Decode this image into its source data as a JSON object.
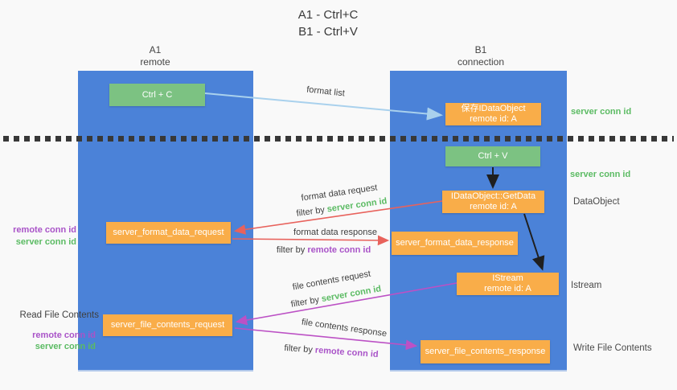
{
  "title": {
    "line1": "A1 - Ctrl+C",
    "line2": "B1 - Ctrl+V"
  },
  "columns": {
    "left": {
      "name": "A1",
      "subtitle": "remote"
    },
    "right": {
      "name": "B1",
      "subtitle": "connection"
    }
  },
  "nodes": {
    "ctrl_c": "Ctrl + C",
    "ctrl_v": "Ctrl + V",
    "save_dataobject": {
      "line1": "保存IDataObject",
      "line2": "remote id: A"
    },
    "getdata": {
      "line1": "IDataObject::GetData",
      "line2": "remote id: A"
    },
    "istream": {
      "line1": "IStream",
      "line2": "remote id: A"
    },
    "format_request": "server_format_data_request",
    "format_response": "server_format_data_response",
    "file_request": "server_file_contents_request",
    "file_response": "server_file_contents_response"
  },
  "flow_labels": {
    "format_list": "format list",
    "format_data_request": "format data request",
    "filter_server_1": {
      "prefix": "filter by ",
      "value": "server conn id"
    },
    "format_data_response": "format data response",
    "filter_remote_1": {
      "prefix": "filter by ",
      "value": "remote conn id"
    },
    "file_contents_request": "file contents request",
    "filter_server_2": {
      "prefix": "filter by ",
      "value": "server conn id"
    },
    "file_contents_response": "file contents response",
    "filter_remote_2": {
      "prefix": "filter by ",
      "value": "remote conn id"
    }
  },
  "side_labels": {
    "server_conn_top": "server conn id",
    "server_conn_mid": "server conn id",
    "dataobject": "DataObject",
    "istream": "Istream",
    "write_file": "Write File Contents",
    "read_file": "Read File Contents",
    "left_remote_conn_1": "remote conn id",
    "left_server_conn_1": "server conn id",
    "left_remote_conn_2": "remote conn id",
    "left_server_conn_2": "server conn id"
  },
  "colors": {
    "column_blue": "#4b82d8",
    "box_green": "#7cc282",
    "box_orange": "#f9ad49",
    "conn_green": "#5bbb63",
    "conn_purple": "#a953c8",
    "arrow_red": "#e8625c",
    "arrow_violet": "#bc51c5",
    "arrow_lightblue": "#a9d1ed",
    "arrow_black": "#1f1f1f"
  }
}
